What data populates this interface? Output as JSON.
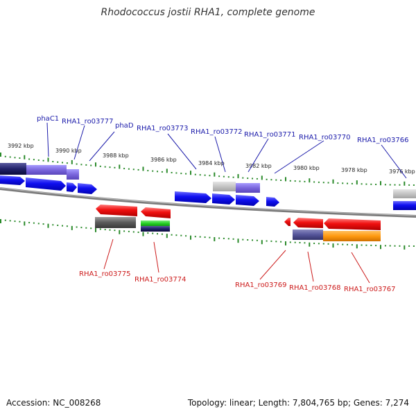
{
  "title": "Rhodococcus jostii RHA1, complete genome",
  "footer": {
    "accession": "Accession: NC_008268",
    "summary": "Topology: linear; Length: 7,804,765 bp; Genes: 7,274"
  },
  "ticks": [
    "3992 kbp",
    "3990 kbp",
    "3988 kbp",
    "3986 kbp",
    "3984 kbp",
    "3982 kbp",
    "3980 kbp",
    "3978 kbp",
    "3976 kbp"
  ],
  "top_labels": [
    "phaC1",
    "RHA1_ro03777",
    "phaD",
    "RHA1_ro03773",
    "RHA1_ro03772",
    "RHA1_ro03771",
    "RHA1_ro03770",
    "RHA1_ro03766"
  ],
  "bottom_labels": [
    "RHA1_ro03775",
    "RHA1_ro03774",
    "RHA1_ro03769",
    "RHA1_ro03768",
    "RHA1_ro03767"
  ],
  "colors": {
    "forward_gene": "#1a1aee",
    "reverse_gene": "#ee1a1a",
    "top_label": "#1a1aaa",
    "bottom_label": "#cc1a1a",
    "tick": "#2a8a2a",
    "backbone": "#8a8a8a"
  }
}
